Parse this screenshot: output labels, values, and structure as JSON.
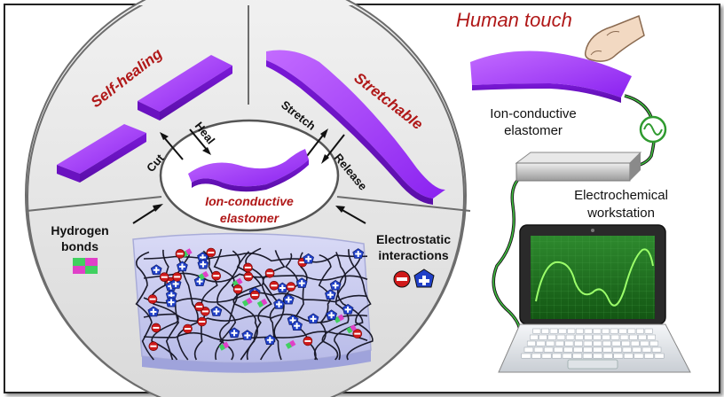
{
  "left_panel": {
    "self_healing": "Self-healing",
    "stretchable": "Stretchable",
    "cut": "Cut",
    "heal": "Heal",
    "stretch": "Stretch",
    "release": "Release",
    "center_line1": "Ion-conductive",
    "center_line2": "elastomer",
    "hydrogen_line1": "Hydrogen",
    "hydrogen_line2": "bonds",
    "electrostatic_line1": "Electrostatic",
    "electrostatic_line2": "interactions"
  },
  "right_panel": {
    "human_touch": "Human touch",
    "elastomer_line1": "Ion-conductive",
    "elastomer_line2": "elastomer",
    "workstation_line1": "Electrochemical",
    "workstation_line2": "workstation"
  },
  "colors": {
    "accent_red": "#b01818",
    "elastomer_purple": "#9b30ff",
    "screen_green": "#1f7a1f",
    "wave_green": "#9cff6a",
    "cation_blue": "#2040c8",
    "anion_red": "#d01a1a"
  }
}
